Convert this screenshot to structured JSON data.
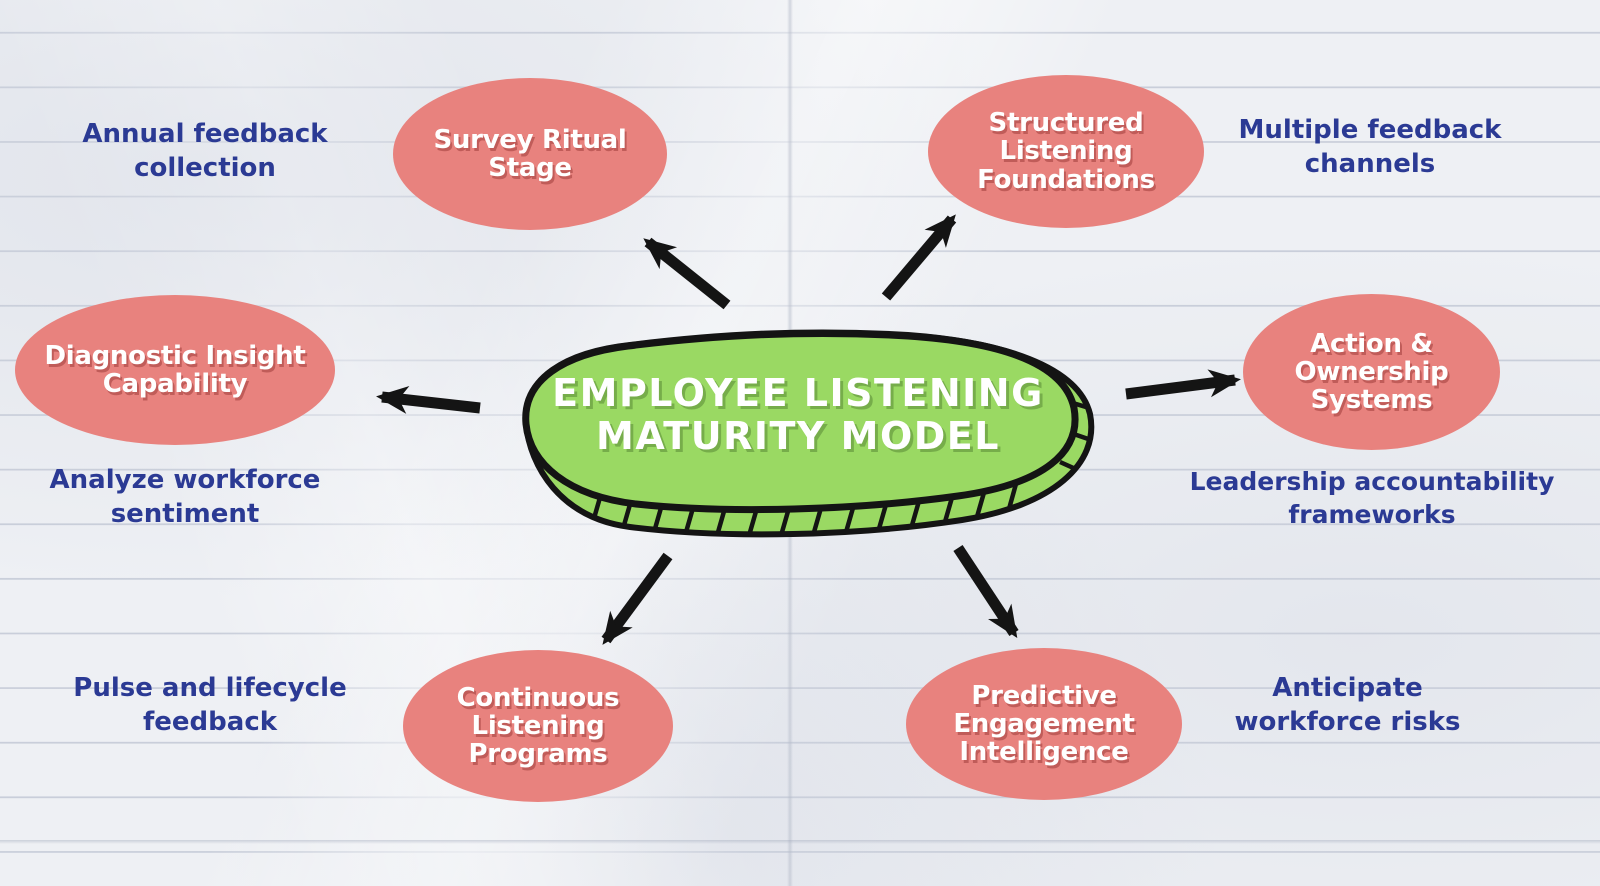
{
  "colors": {
    "paper": "#eef0f4",
    "paper_line": "#96a0b6",
    "node_fill": "#e8827e",
    "node_text": "#ffffff",
    "center_fill": "#9ad963",
    "outline": "#141414",
    "annotation_text": "#2b3a94",
    "arrow": "#141414"
  },
  "center": {
    "title_line1": "EMPLOYEE LISTENING",
    "title_line2": "MATURITY MODEL"
  },
  "nodes": [
    {
      "id": "survey-ritual-stage",
      "lines": [
        "Survey Ritual",
        "Stage"
      ],
      "annotation": [
        "Annual feedback",
        "collection"
      ]
    },
    {
      "id": "structured-listening-foundations",
      "lines": [
        "Structured",
        "Listening",
        "Foundations"
      ],
      "annotation": [
        "Multiple feedback",
        "channels"
      ]
    },
    {
      "id": "diagnostic-insight-capability",
      "lines": [
        "Diagnostic Insight",
        "Capability"
      ],
      "annotation": [
        "Analyze workforce",
        "sentiment"
      ]
    },
    {
      "id": "action-ownership-systems",
      "lines": [
        "Action &",
        "Ownership",
        "Systems"
      ],
      "annotation": [
        "Leadership accountability",
        "frameworks"
      ]
    },
    {
      "id": "continuous-listening-programs",
      "lines": [
        "Continuous",
        "Listening",
        "Programs"
      ],
      "annotation": [
        "Pulse and lifecycle",
        "feedback"
      ]
    },
    {
      "id": "predictive-engagement-intelligence",
      "lines": [
        "Predictive",
        "Engagement",
        "Intelligence"
      ],
      "annotation": [
        "Anticipate",
        "workforce risks"
      ]
    }
  ]
}
